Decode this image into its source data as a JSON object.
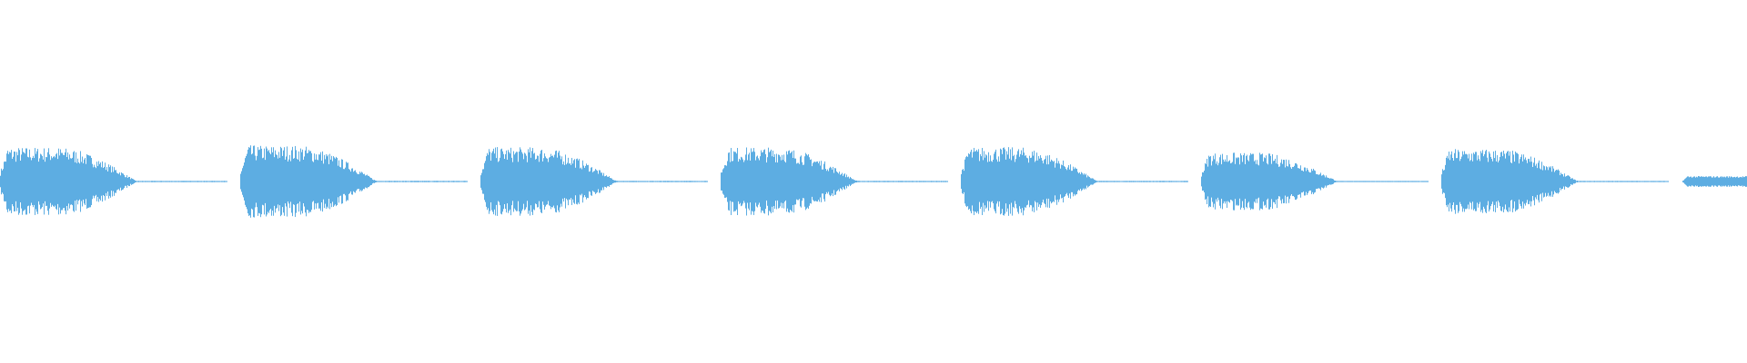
{
  "waveform": {
    "color": "#5dade2",
    "segments": [
      {
        "peak": 0.19
      },
      {
        "peak": 0.2
      },
      {
        "peak": 0.19
      },
      {
        "peak": 0.19
      },
      {
        "peak": 0.19
      },
      {
        "peak": 0.16
      },
      {
        "peak": 0.18
      },
      {
        "peak": 0.03
      }
    ]
  }
}
